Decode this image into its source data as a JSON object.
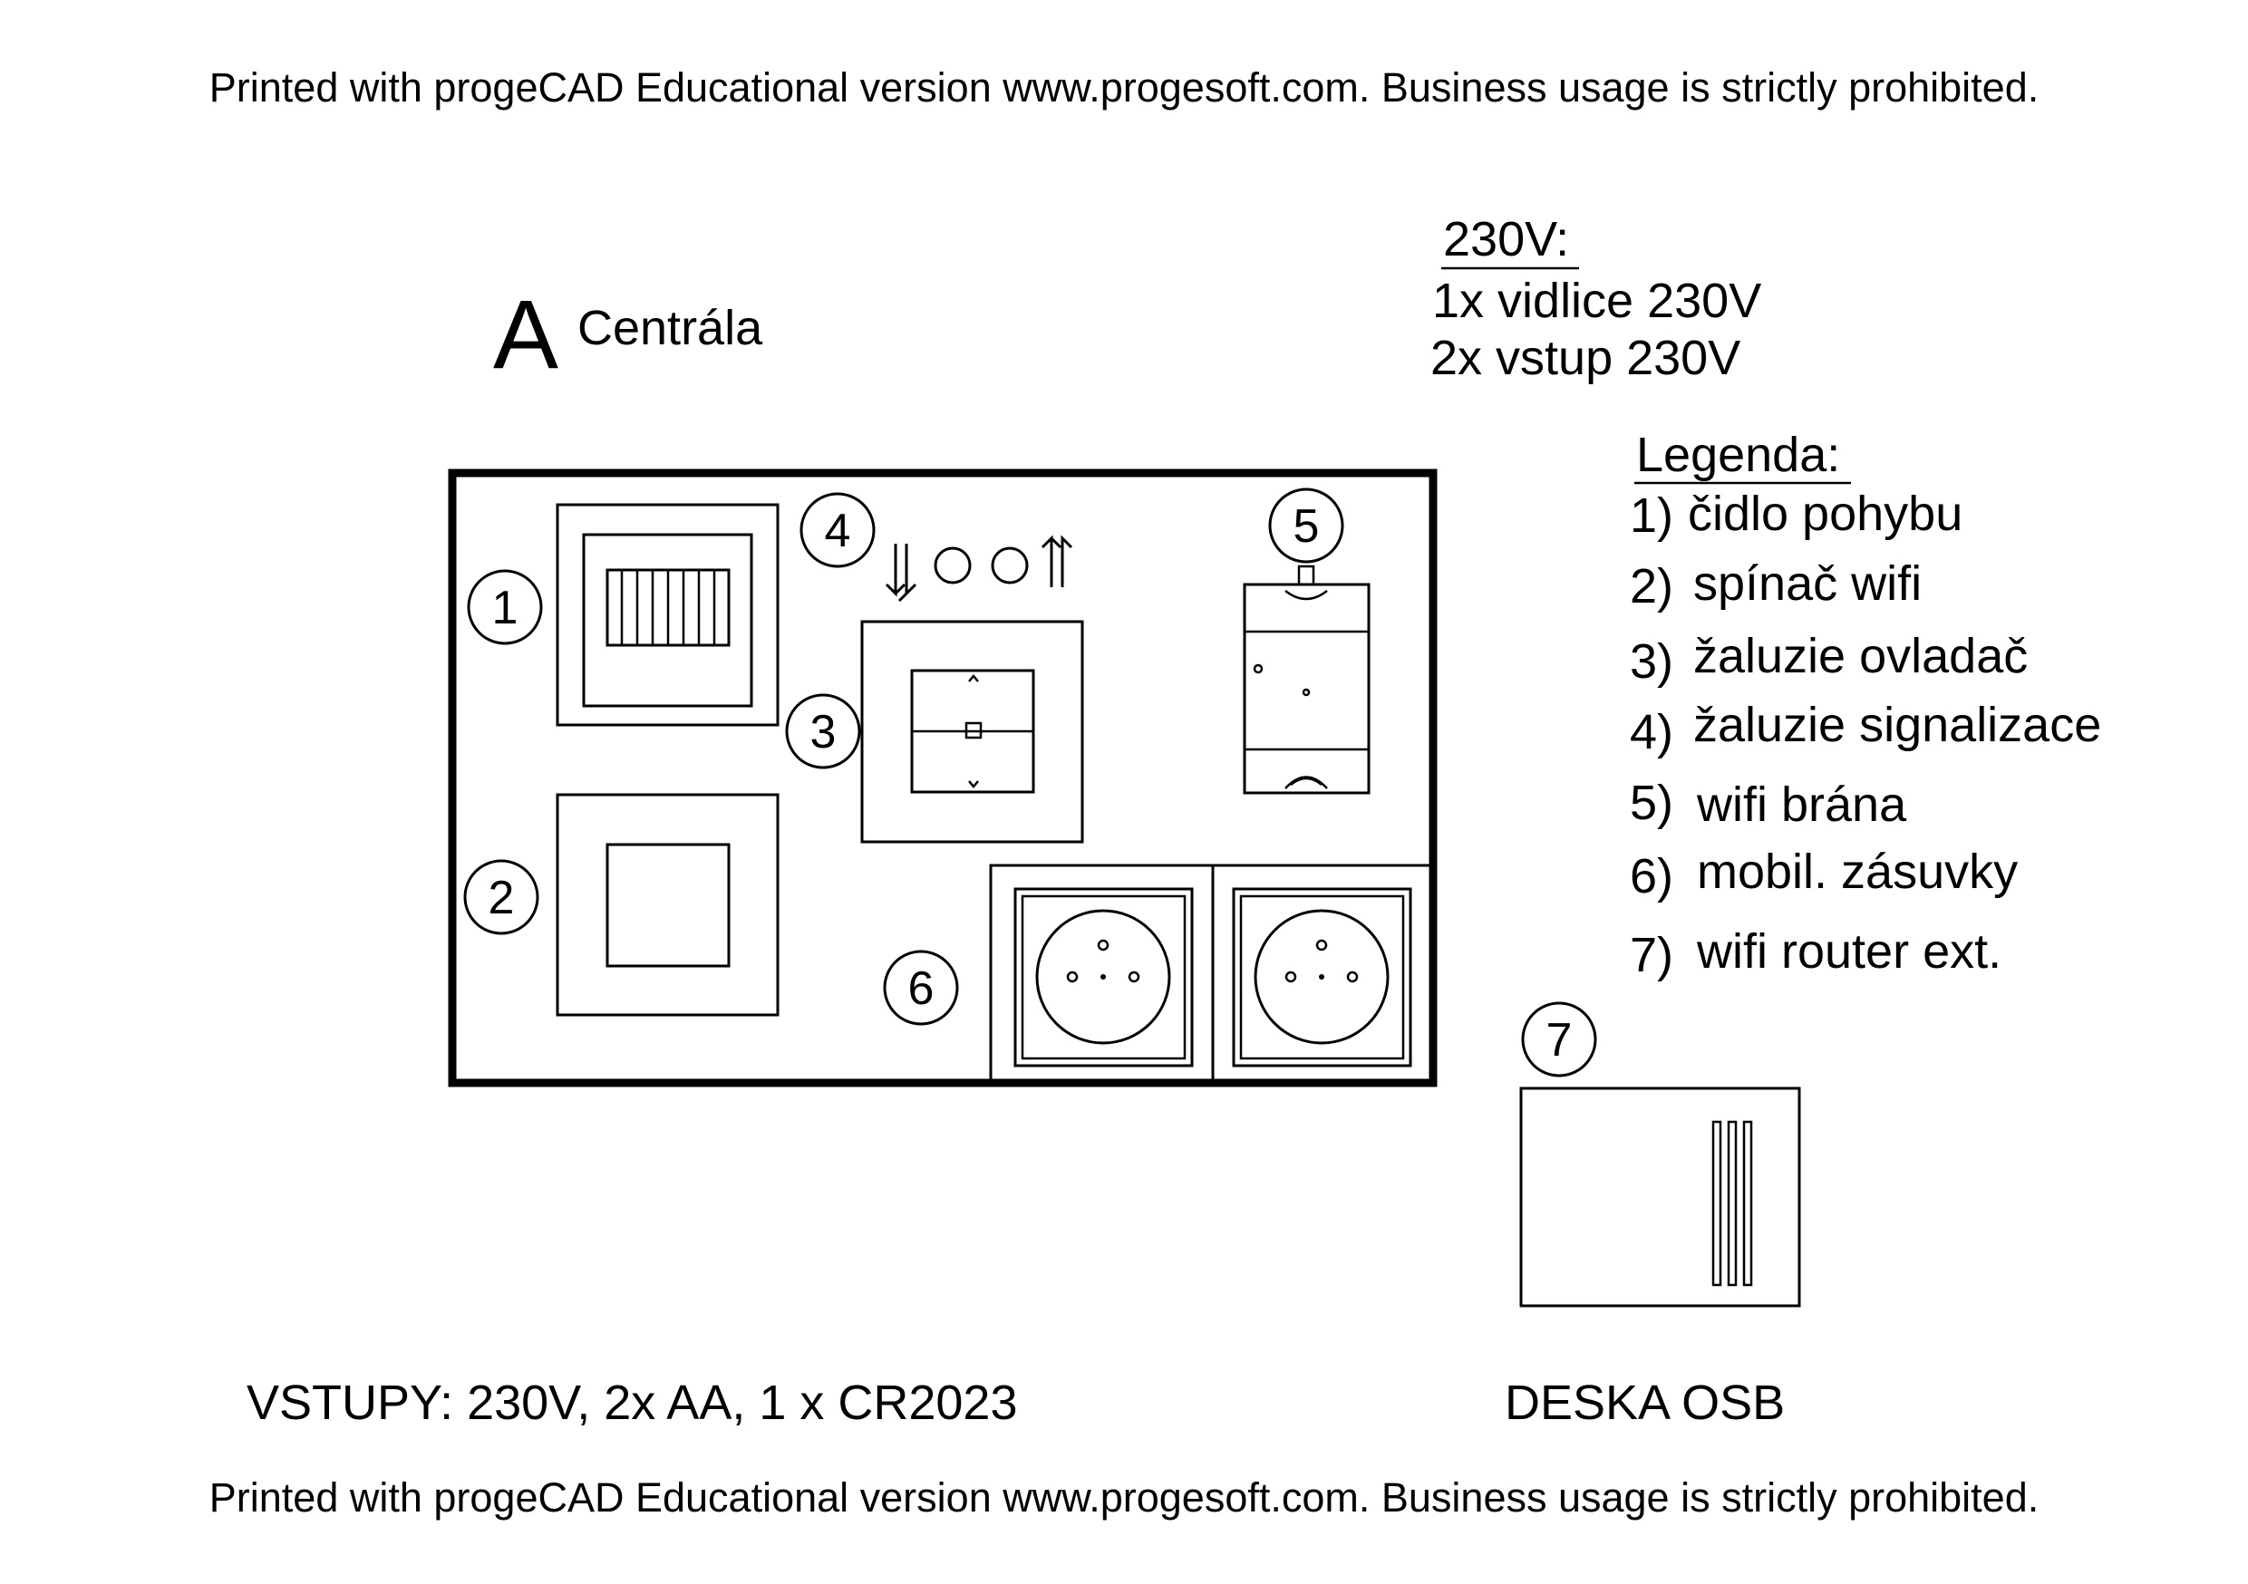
{
  "watermark": {
    "top": "Printed with progeCAD Educational version www.progesoft.com. Business usage is strictly prohibited.",
    "bottom": "Printed with progeCAD Educational version www.progesoft.com. Business usage is strictly prohibited."
  },
  "header": {
    "letter": "A",
    "title": "Centrála"
  },
  "power": {
    "heading": "230V:",
    "lines": [
      "1x vidlice 230V",
      "2x vstup 230V"
    ]
  },
  "legend": {
    "heading": "Legenda:",
    "items": [
      {
        "num": "1)",
        "label": "čidlo pohybu"
      },
      {
        "num": "2)",
        "label": "spínač wifi"
      },
      {
        "num": "3)",
        "label": "žaluzie ovladač"
      },
      {
        "num": "4)",
        "label": "žaluzie signalizace"
      },
      {
        "num": "5)",
        "label": "wifi brána"
      },
      {
        "num": "6)",
        "label": "mobil. zásuvky"
      },
      {
        "num": "7)",
        "label": "wifi router ext."
      }
    ]
  },
  "callouts": [
    "1",
    "2",
    "3",
    "4",
    "5",
    "6",
    "7"
  ],
  "footer": {
    "inputs": "VSTUPY: 230V, 2x AA, 1 x CR2023",
    "board": "DESKA OSB"
  },
  "colors": {
    "ink": "#000000",
    "paper": "#ffffff"
  }
}
